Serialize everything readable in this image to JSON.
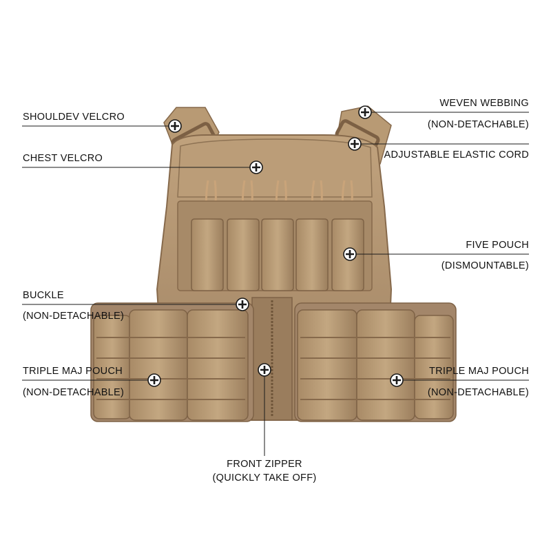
{
  "colors": {
    "vest_base": "#b0916c",
    "vest_shadow": "#8d7253",
    "vest_light": "#c6aa86",
    "text": "#111111"
  },
  "callouts": [
    {
      "id": "shoulder-velcro",
      "label": "SHOULDEV VELCRO",
      "sub": ""
    },
    {
      "id": "chest-velcro",
      "label": "CHEST VELCRO",
      "sub": ""
    },
    {
      "id": "buckle",
      "label": "BUCKLE",
      "sub": "(NON-DETACHABLE)"
    },
    {
      "id": "triple-mag-left",
      "label": "TRIPLE MAJ POUCH",
      "sub": "(NON-DETACHABLE)"
    },
    {
      "id": "woven-webbing",
      "label": "WEVEN WEBBING",
      "sub": "(NON-DETACHABLE)"
    },
    {
      "id": "elastic-cord",
      "label": "ADJUSTABLE  ELASTIC CORD",
      "sub": ""
    },
    {
      "id": "five-pouch",
      "label": "FIVE POUCH",
      "sub": "(DISMOUNTABLE)"
    },
    {
      "id": "triple-mag-right",
      "label": "TRIPLE MAJ POUCH",
      "sub": "(NON-DETACHABLE)"
    },
    {
      "id": "front-zipper",
      "label": "FRONT ZIPPER",
      "sub": "(QUICKLY TAKE OFF)"
    }
  ]
}
